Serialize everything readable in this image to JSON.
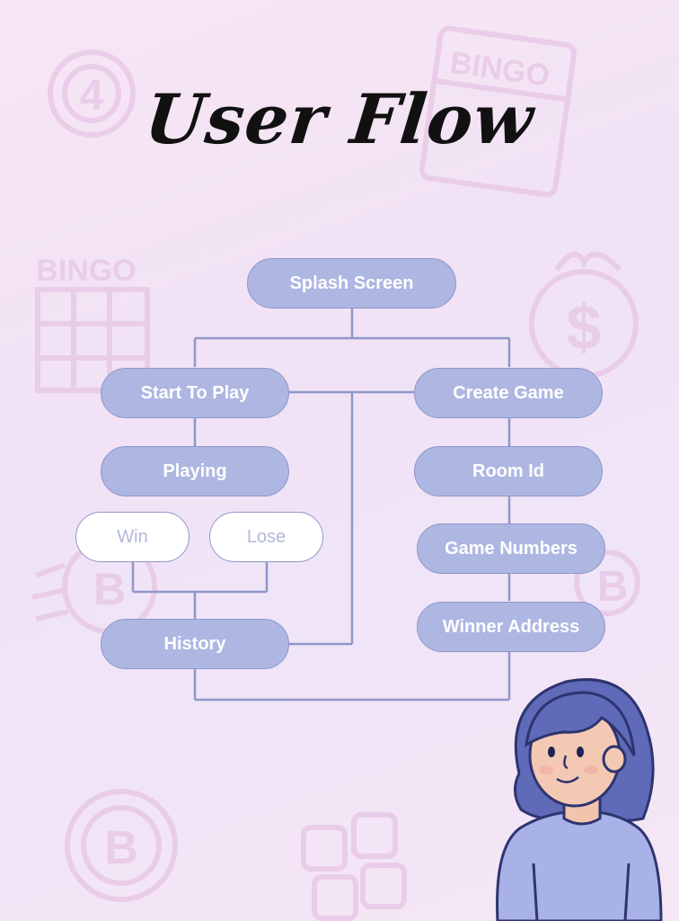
{
  "title": "User Flow",
  "background_text": {
    "bingo_top": "BINGO",
    "bingo_left": "BINGO",
    "ball_number": "4",
    "ball_letter": "B",
    "dollar": "$"
  },
  "colors": {
    "node_fill": "#aeb6e2",
    "node_border": "#8f97c9",
    "connector": "#8f97c9",
    "outline_text": "#b3b8dc"
  },
  "nodes": {
    "splash_screen": "Splash Screen",
    "start_to_play": "Start To Play",
    "create_game": "Create Game",
    "playing": "Playing",
    "room_id": "Room Id",
    "win": "Win",
    "lose": "Lose",
    "game_numbers": "Game Numbers",
    "history": "History",
    "winner_address": "Winner Address"
  },
  "illustration": "girl-character"
}
